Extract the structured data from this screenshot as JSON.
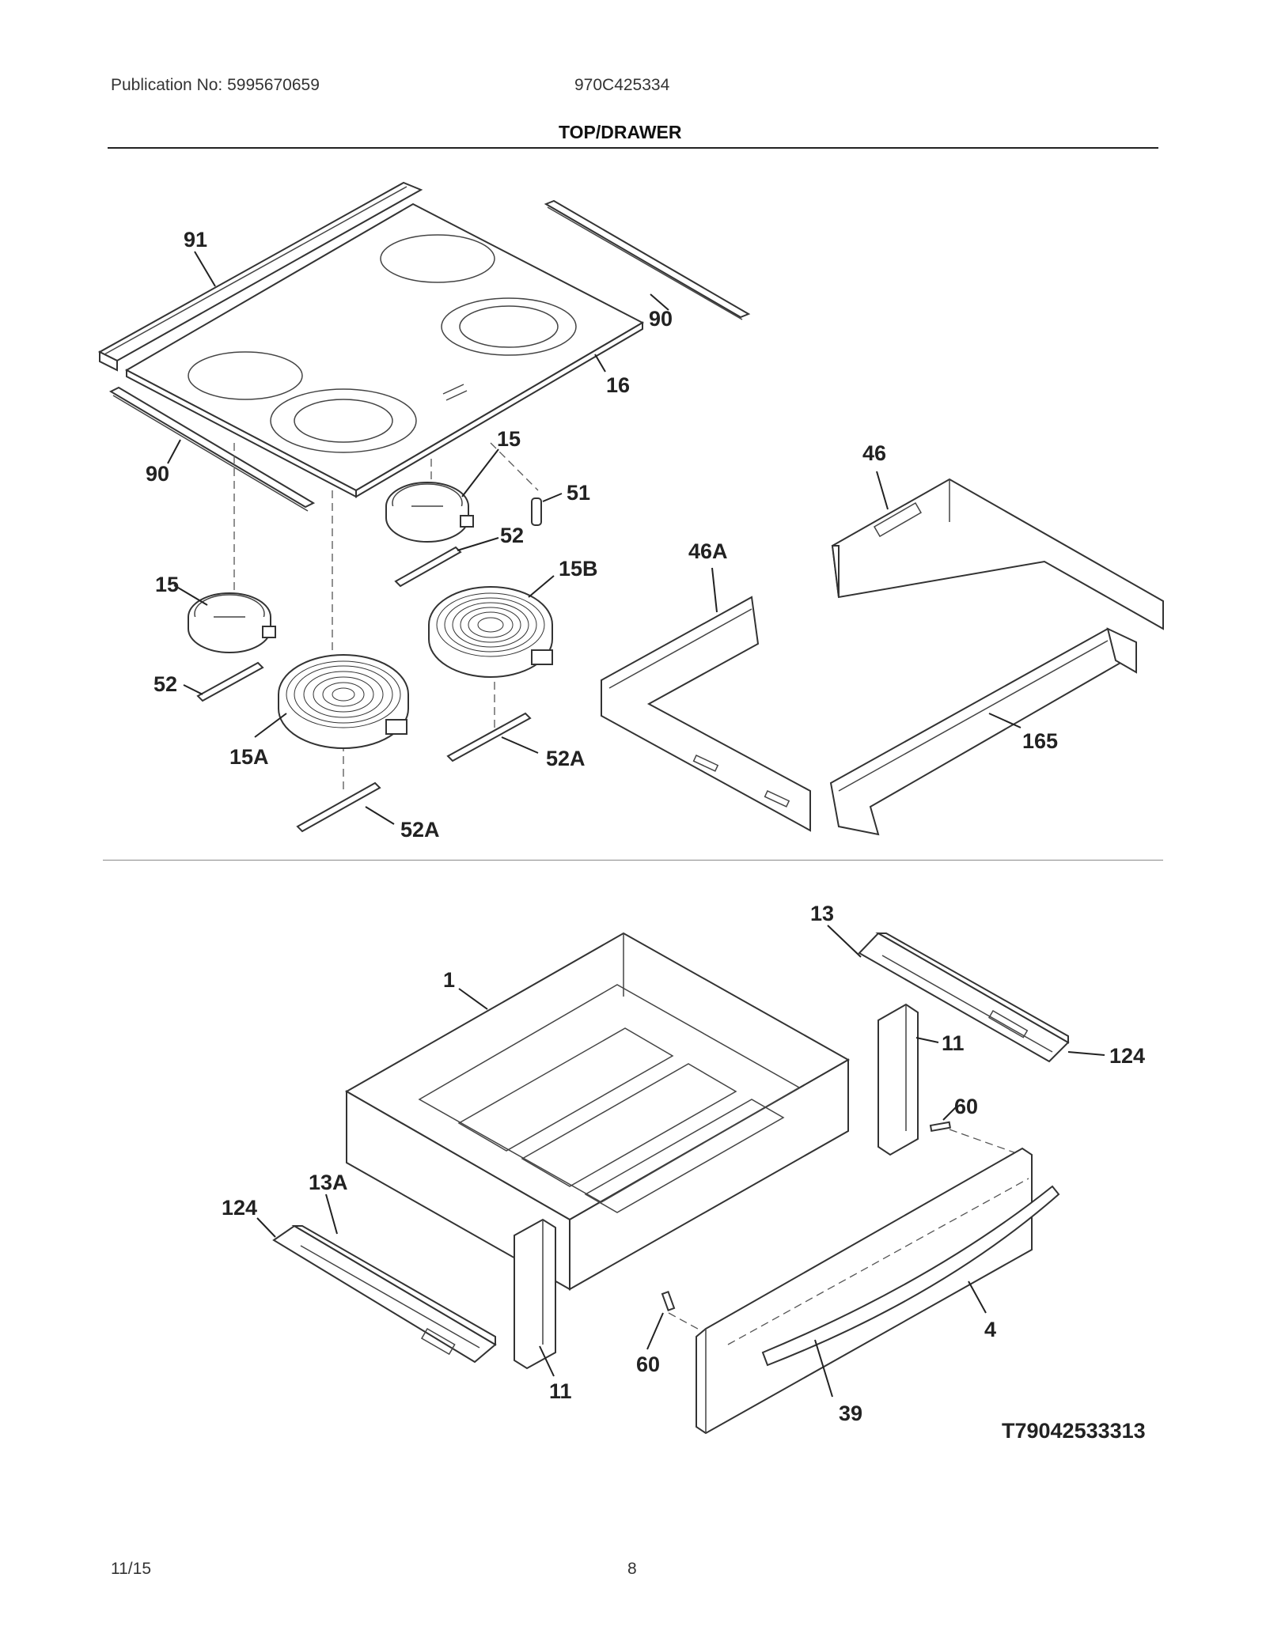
{
  "header": {
    "publication": "Publication No: 5995670659",
    "model": "970C425334",
    "section_title": "TOP/DRAWER"
  },
  "diagram": {
    "labels": {
      "p91": "91",
      "p90a": "90",
      "p16": "16",
      "p90b": "90",
      "p15a": "15",
      "p51": "51",
      "p52a": "52",
      "p15b": "15",
      "p15B": "15B",
      "p52b": "52",
      "p15A": "15A",
      "p52Aa": "52A",
      "p52Ab": "52A",
      "p46": "46",
      "p46A": "46A",
      "p165": "165",
      "p1": "1",
      "p13": "13",
      "p11a": "11",
      "p124a": "124",
      "p60a": "60",
      "p13A": "13A",
      "p124b": "124",
      "p11b": "11",
      "p60b": "60",
      "p4": "4",
      "p39": "39"
    },
    "figure_code": "T79042533313"
  },
  "footer": {
    "date": "11/15",
    "page": "8"
  }
}
